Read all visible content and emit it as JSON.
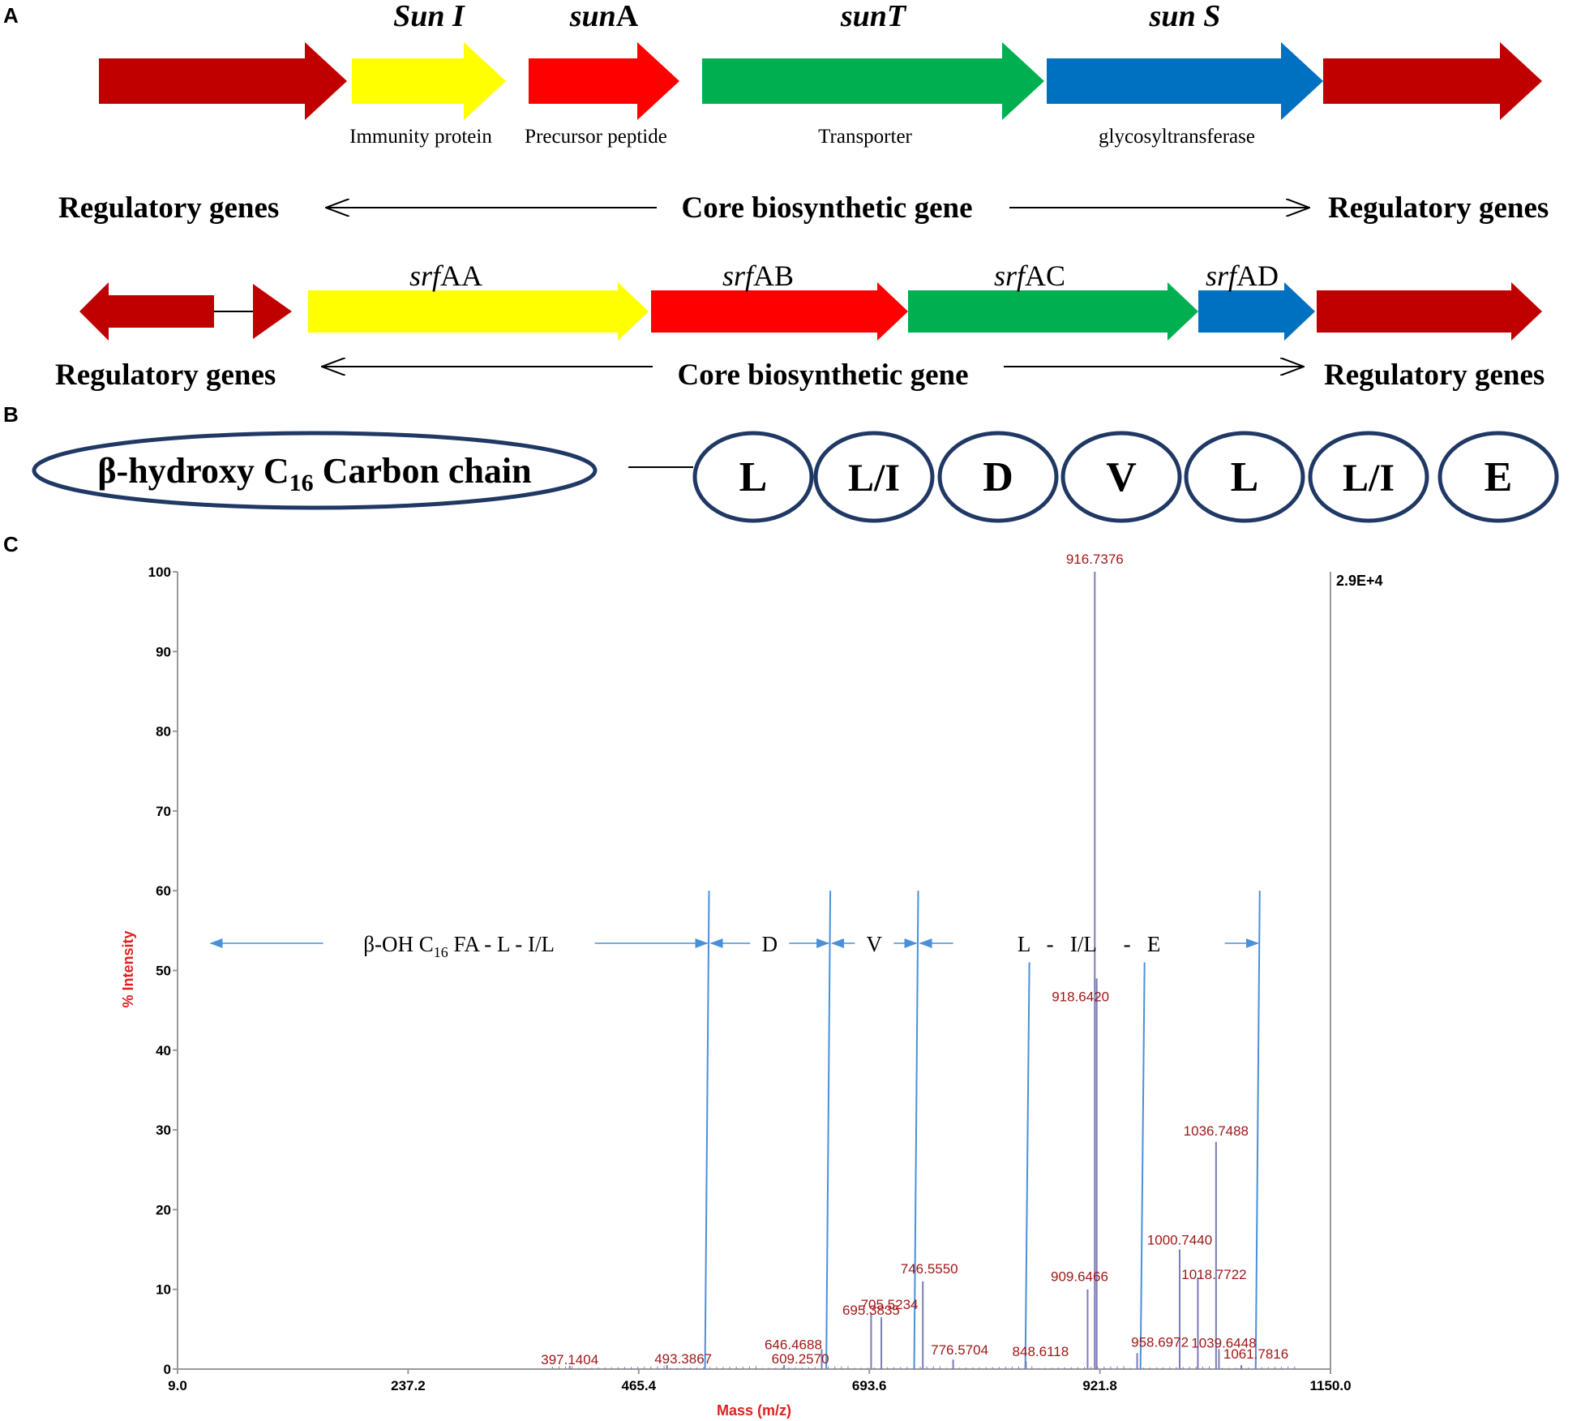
{
  "panels": {
    "a": "A",
    "b": "B",
    "c": "C"
  },
  "operon1": {
    "genes": [
      {
        "name": "",
        "desc": "",
        "color": "#c00000"
      },
      {
        "name": "Sun I",
        "desc": "Immunity protein",
        "color": "#ffff00"
      },
      {
        "name": "sunA",
        "desc": "Precursor peptide",
        "color": "#ff0000"
      },
      {
        "name": "sunT",
        "desc": "Transporter",
        "color": "#00b050"
      },
      {
        "name": "sun S",
        "desc": "glycosyltransferase",
        "color": "#0070c0"
      },
      {
        "name": "",
        "desc": "",
        "color": "#c00000"
      }
    ],
    "left_label": "Regulatory genes",
    "center_label": "Core biosynthetic gene",
    "right_label": "Regulatory genes"
  },
  "operon2": {
    "genes": [
      {
        "name": "",
        "color": "#c00000"
      },
      {
        "name": "srfAA",
        "color": "#ffff00"
      },
      {
        "name": "srfAB",
        "color": "#ff0000"
      },
      {
        "name": "srfAC",
        "color": "#00b050"
      },
      {
        "name": "srfAD",
        "color": "#0070c0"
      },
      {
        "name": "",
        "color": "#c00000"
      }
    ],
    "left_label": "Regulatory genes",
    "center_label": "Core biosynthetic gene",
    "right_label": "Regulatory genes"
  },
  "lipopeptide": {
    "chain_prefix": "β-hydroxy C",
    "chain_sub": "16",
    "chain_suffix": " Carbon chain",
    "residues": [
      "L",
      "L/I",
      "D",
      "V",
      "L",
      "L/I",
      "E"
    ],
    "outline_color": "#1f3864"
  },
  "chart_data": {
    "type": "spectrum",
    "xlabel": "Mass (m/z)",
    "ylabel": "% Intensity",
    "xlim": [
      9.0,
      1150.0
    ],
    "ylim": [
      0,
      100
    ],
    "x_ticks": [
      "9.0",
      "237.2",
      "465.4",
      "693.6",
      "921.8",
      "1150.0"
    ],
    "y_ticks": [
      0,
      10,
      20,
      30,
      40,
      50,
      60,
      70,
      80,
      90,
      100
    ],
    "max_intensity": "2.9E+4",
    "peak_color": "#7b7bb8",
    "label_color": "#a01818",
    "peaks": [
      {
        "mz": 397.1404,
        "intensity": 0.4,
        "label": "397.1404"
      },
      {
        "mz": 493.3867,
        "intensity": 0.5,
        "label": "493.3867"
      },
      {
        "mz": 609.257,
        "intensity": 0.5,
        "label": "609.2570"
      },
      {
        "mz": 646.4688,
        "intensity": 2.5,
        "label": "646.4688"
      },
      {
        "mz": 695.3835,
        "intensity": 7.0,
        "label": "695.3835"
      },
      {
        "mz": 705.5234,
        "intensity": 6.5,
        "label": "705.5234"
      },
      {
        "mz": 746.555,
        "intensity": 11.0,
        "label": "746.5550"
      },
      {
        "mz": 776.5704,
        "intensity": 1.2,
        "label": "776.5704"
      },
      {
        "mz": 848.6118,
        "intensity": 1.0,
        "label": "848.6118"
      },
      {
        "mz": 909.6466,
        "intensity": 10.0,
        "label": "909.6466"
      },
      {
        "mz": 916.7376,
        "intensity": 100,
        "label": "916.7376"
      },
      {
        "mz": 918.642,
        "intensity": 49.0,
        "label": "918.6420"
      },
      {
        "mz": 958.6972,
        "intensity": 2.0,
        "label": "958.6972"
      },
      {
        "mz": 1000.744,
        "intensity": 15.0,
        "label": "1000.7440"
      },
      {
        "mz": 1018.7722,
        "intensity": 11.5,
        "label": "1018.7722"
      },
      {
        "mz": 1036.7488,
        "intensity": 28.5,
        "label": "1036.7488"
      },
      {
        "mz": 1039.6448,
        "intensity": 2.5,
        "label": "1039.6448"
      },
      {
        "mz": 1061.7816,
        "intensity": 0.5,
        "label": "1061.7816"
      }
    ],
    "fragment_lines": [
      {
        "mz": 535,
        "top": 60
      },
      {
        "mz": 655,
        "top": 60
      },
      {
        "mz": 742,
        "top": 60
      },
      {
        "mz": 852,
        "top": 51
      },
      {
        "mz": 966,
        "top": 51
      },
      {
        "mz": 1080,
        "top": 60
      }
    ],
    "fragment_color": "#4a90d9",
    "annotation_segments": [
      {
        "from": 40,
        "to": 535,
        "label_prefix": "β-OH C",
        "label_sub": "16",
        "label_suffix": " FA - L - I/L"
      },
      {
        "from": 535,
        "to": 655,
        "label_prefix": "D",
        "label_sub": "",
        "label_suffix": ""
      },
      {
        "from": 655,
        "to": 742,
        "label_prefix": "V",
        "label_sub": "",
        "label_suffix": ""
      },
      {
        "from": 742,
        "to": 1080,
        "label_prefix": "L   -   I/L     -   E",
        "label_sub": "",
        "label_suffix": ""
      }
    ]
  }
}
